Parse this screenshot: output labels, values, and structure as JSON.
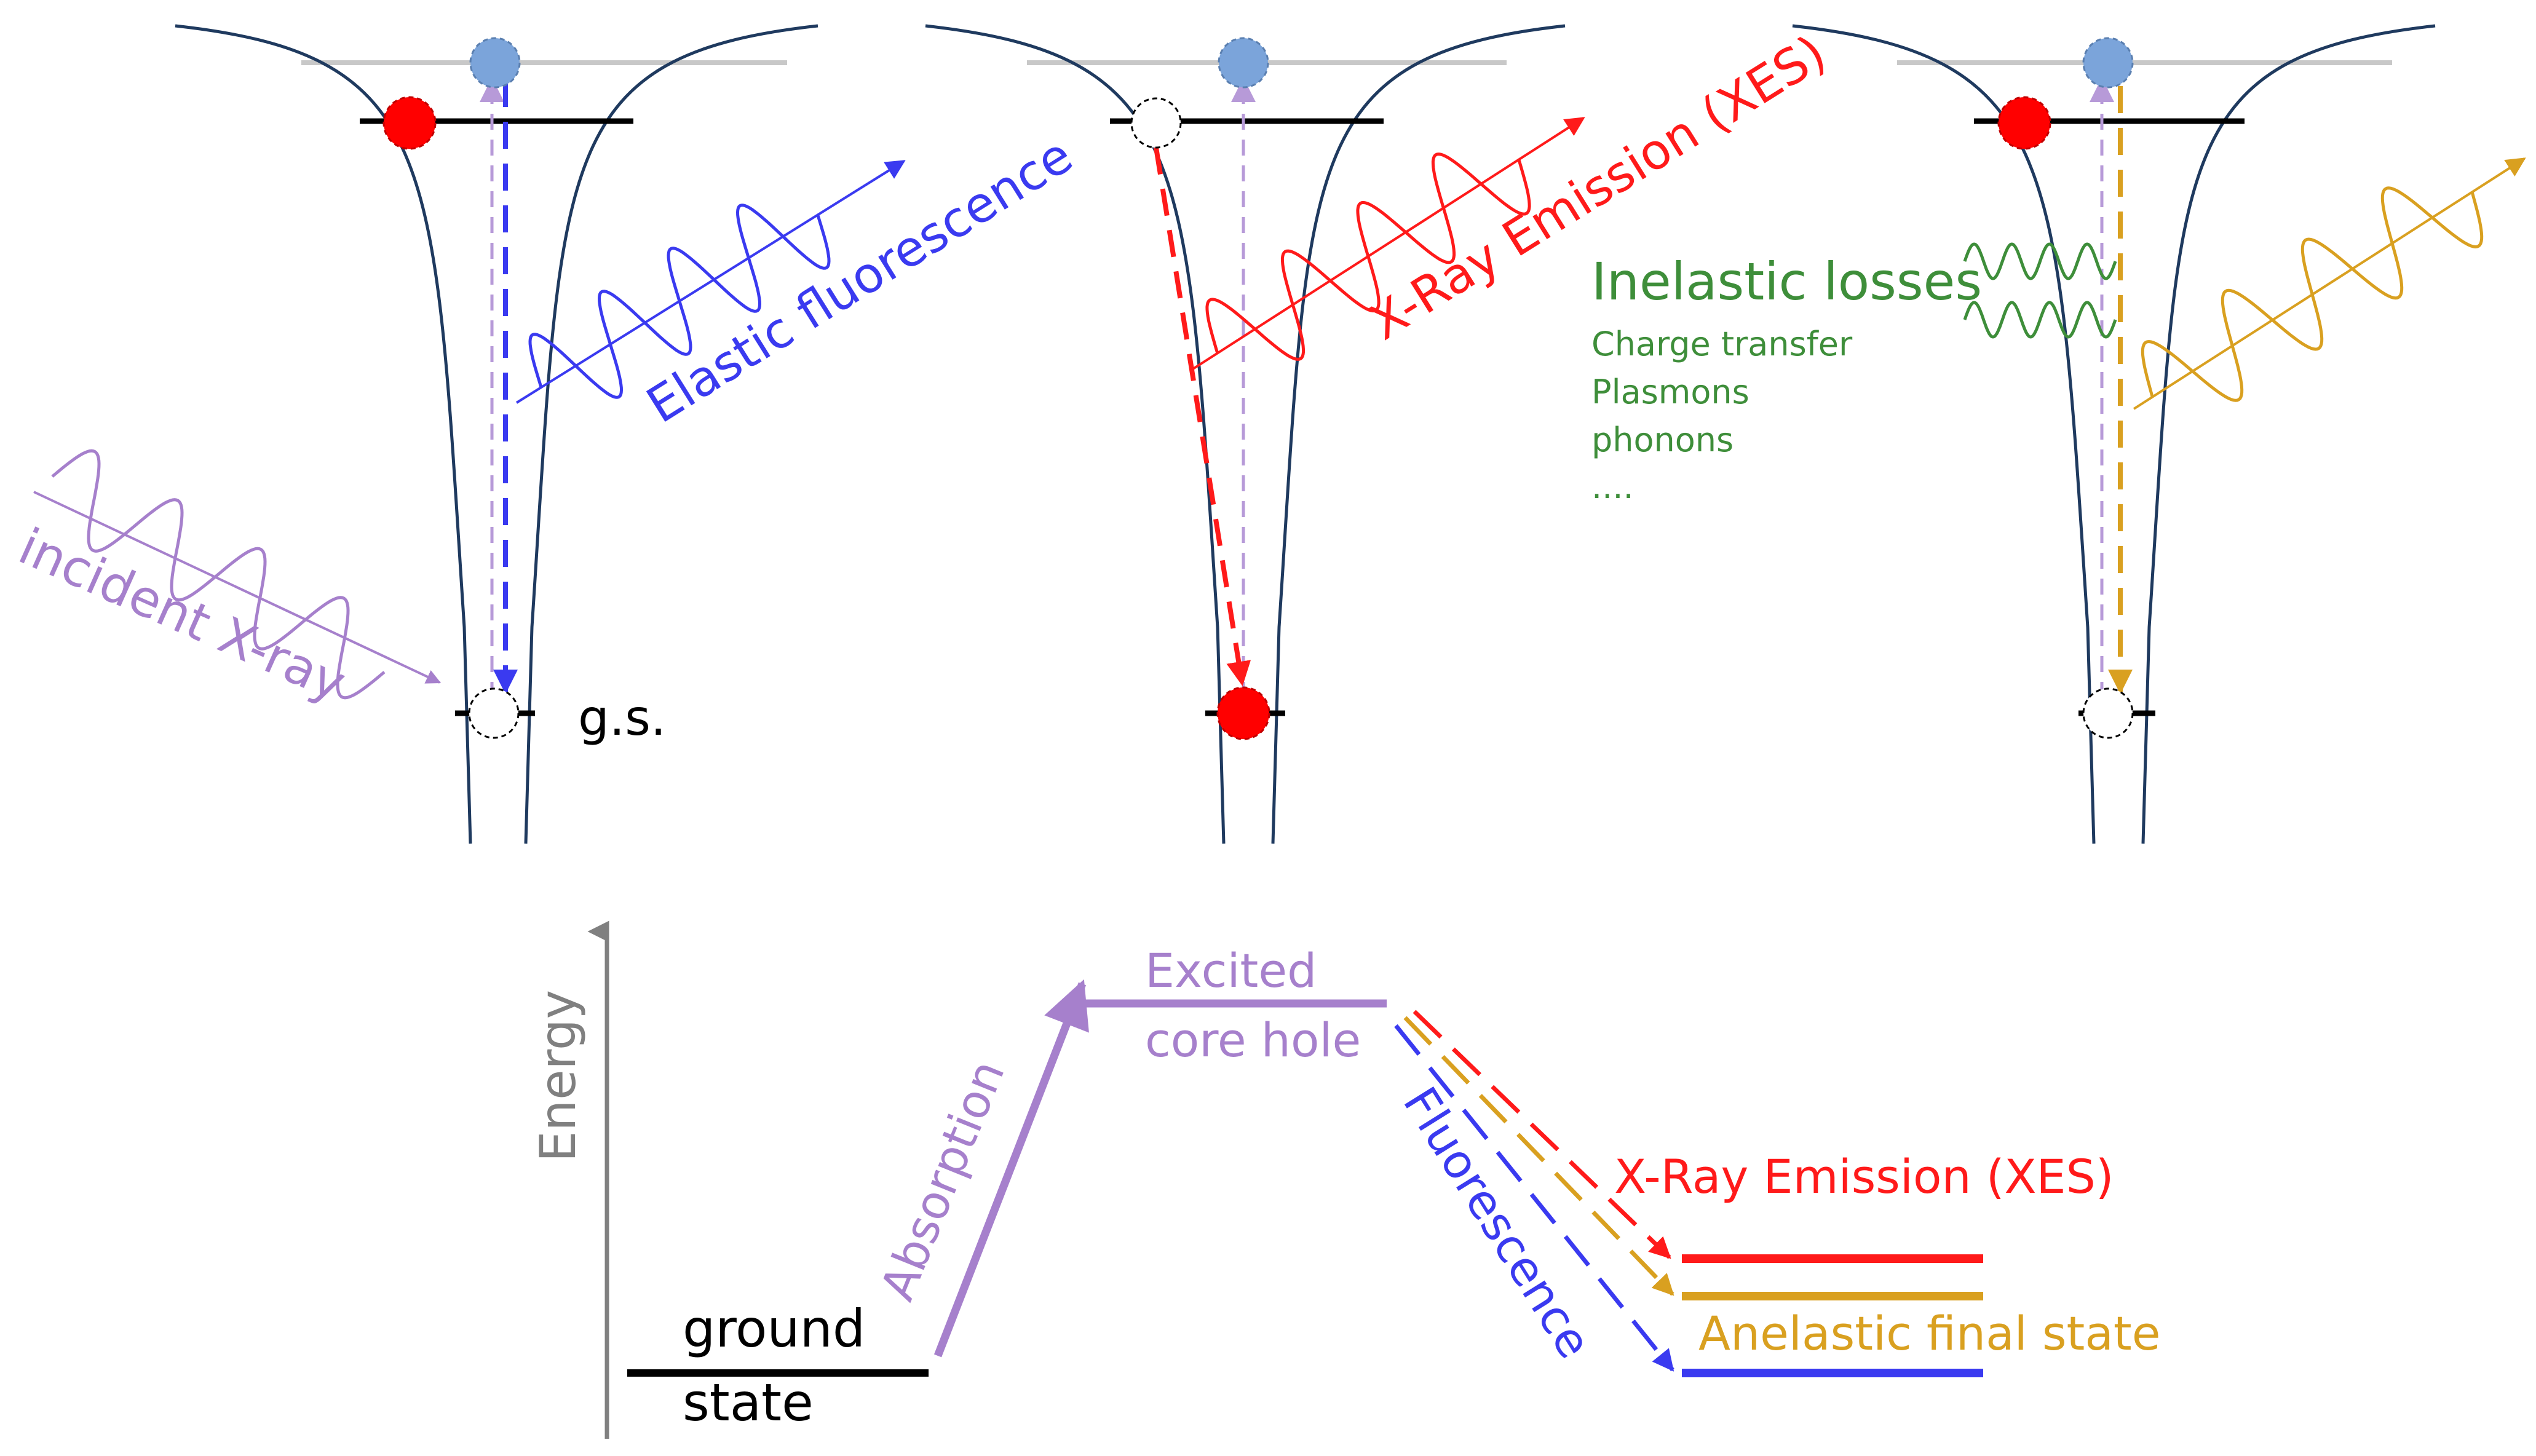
{
  "panels": {
    "elastic": {
      "emitted_label": "Elastic fluorescence",
      "incident_label": "incident X-ray",
      "ground_state_label": "g.s."
    },
    "xes": {
      "emitted_label": "X-Ray Emission (XES)"
    },
    "inelastic": {
      "losses_title": "Inelastic losses",
      "losses_items": [
        "Charge transfer",
        "Plasmons",
        "phonons",
        "...."
      ]
    }
  },
  "energy_diagram": {
    "axis_label": "Energy",
    "ground_state": [
      "ground",
      "state"
    ],
    "excited_state": [
      "Excited",
      "core hole"
    ],
    "absorption_label": "Absorption",
    "fluorescence_label": "Fluorescence",
    "xes_label": "X-Ray Emission (XES)",
    "anelastic_label": "Anelastic final state"
  },
  "colors": {
    "blue_electron": "#7BA4DA",
    "red_electron": "#FF0000",
    "purple": "#A680CC",
    "light_purple": "#B79AD8",
    "blue": "#3A3AF0",
    "red": "#FF1A1A",
    "gold": "#D9A020",
    "green": "#3E8E3A",
    "grey": "#808080"
  }
}
